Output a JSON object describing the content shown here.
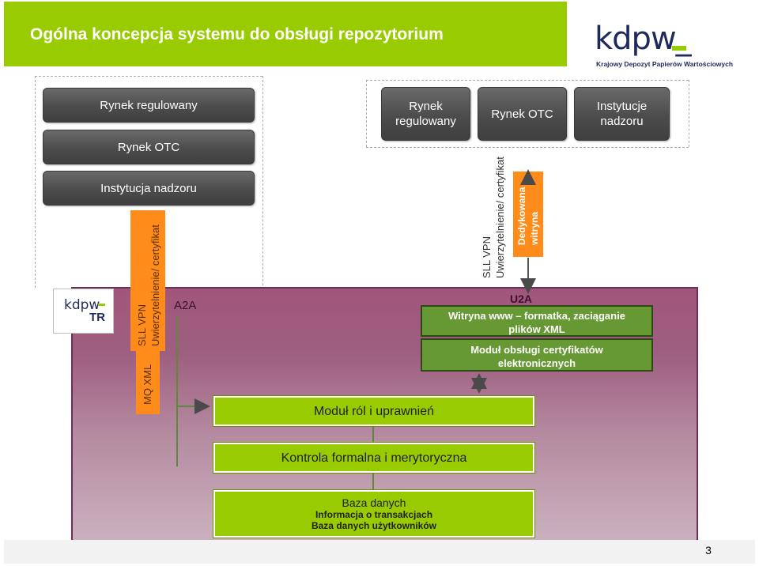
{
  "header": {
    "title": "Ogólna koncepcja systemu do obsługi repozytorium",
    "colors": {
      "title_bar": "#99cc00",
      "title_text": "#ffffff"
    }
  },
  "logo": {
    "name": "kdpw_",
    "subtitle": "Krajowy Depozyt Papierów Wartościowych",
    "icon": "kdpw-logo"
  },
  "left_column": {
    "buttons": [
      "Rynek regulowany",
      "Rynek OTC",
      "Instytucja nadzoru"
    ],
    "channel_label": "SLL VPN\nUwierzytelnienie/ certyfikat",
    "mq_label": "MQ XML",
    "a2a_label": "A2A"
  },
  "right_top": {
    "buttons": [
      "Rynek\nregulowany",
      "Rynek OTC",
      "Instytucje\nnadzoru"
    ],
    "channel_label": "SLL VPN\nUwierzytelnienie/ certyfikat",
    "dedicated_label": "Dedykowana\nwitryna"
  },
  "kdpw_tr_logo": {
    "top": "kdpw",
    "bottom": "TR"
  },
  "main_panel": {
    "u2a_label": "U2A",
    "web_box": "Witryna www – formatka, zaciąganie\nplików XML",
    "cert_box": "Moduł obsługi certyfikatów\nelektronicznych",
    "roles_box": "Moduł ról i uprawnień",
    "control_box": "Kontrola formalna i merytoryczna",
    "db_box": {
      "title": "Baza danych",
      "line1": "Informacja o transakcjach",
      "line2": "Baza danych użytkowników"
    },
    "colors": {
      "panel": "#a0567a",
      "green": "#99cc00",
      "dark_green": "#669933",
      "orange": "#ff8c1a"
    }
  },
  "footer": {
    "page_number": "3"
  }
}
